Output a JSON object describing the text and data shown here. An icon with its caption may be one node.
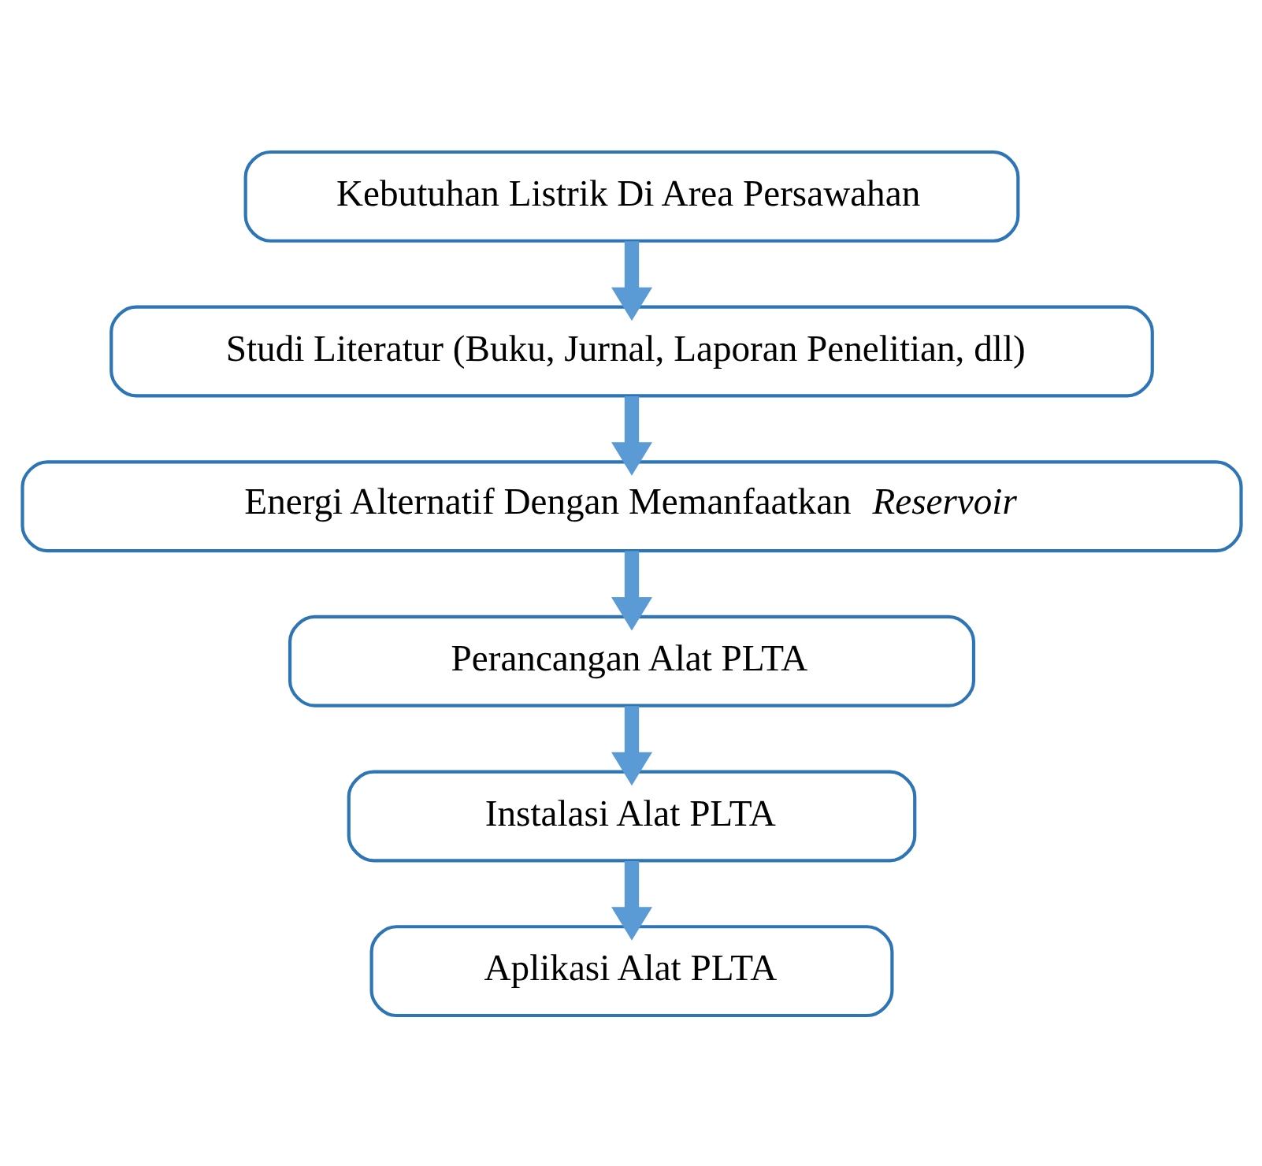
{
  "diagram": {
    "nodes": [
      {
        "text": [
          "Kebutuhan Listrik Di Area Persawahan"
        ]
      },
      {
        "text": [
          "Studi Literatur (Buku, Jurnal, Laporan Penelitian, dll)"
        ]
      },
      {
        "text": [
          "Energi Alternatif Dengan Memanfaatkan *Reservoir*"
        ]
      },
      {
        "text": [
          "Perancangan Alat PLTA"
        ]
      },
      {
        "text": [
          "Instalasi Alat PLTA"
        ]
      },
      {
        "text": [
          "Aplikasi Alat PLTA"
        ]
      }
    ],
    "edges": [
      {
        "from": 0,
        "to": 1,
        "arrow": "to"
      },
      {
        "from": 1,
        "to": 2,
        "arrow": "to"
      },
      {
        "from": 2,
        "to": 3,
        "arrow": "to"
      },
      {
        "from": 3,
        "to": 4,
        "arrow": "to"
      },
      {
        "from": 4,
        "to": 5,
        "arrow": "to"
      }
    ]
  }
}
